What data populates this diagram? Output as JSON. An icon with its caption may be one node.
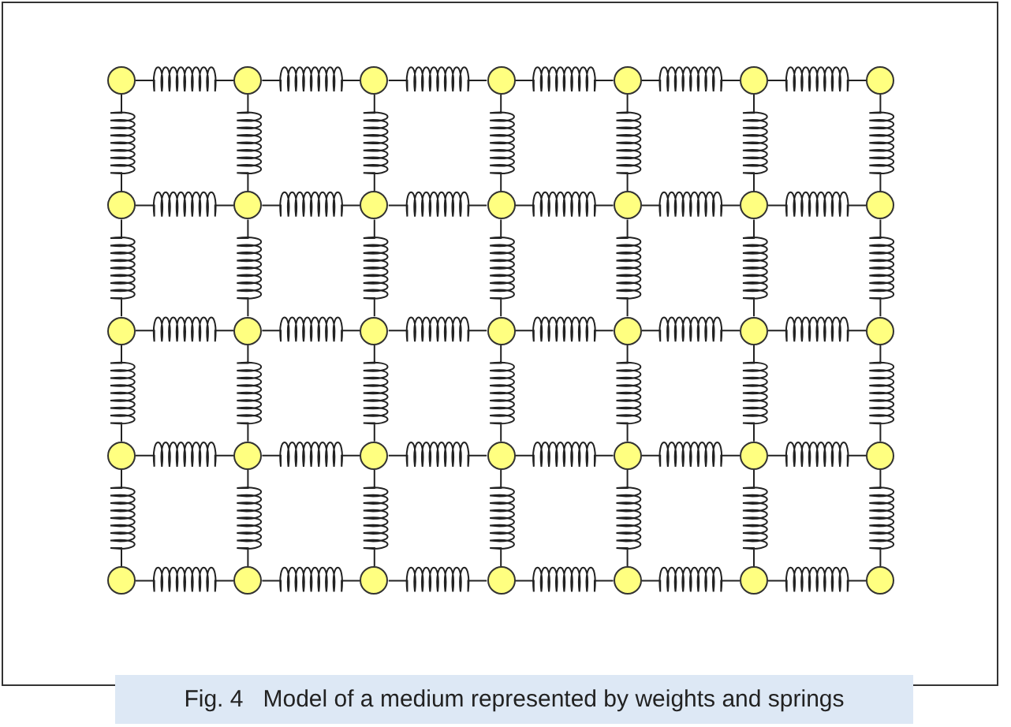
{
  "diagram": {
    "caption": "Fig. 4   Model of a medium represented by weights and springs",
    "nodes": [
      {
        "text": [],
        "shape": "circle"
      },
      {
        "text": [],
        "shape": "circle"
      },
      {
        "text": [],
        "shape": "circle"
      },
      {
        "text": [],
        "shape": "circle"
      },
      {
        "text": [],
        "shape": "circle"
      },
      {
        "text": [],
        "shape": "circle"
      },
      {
        "text": [],
        "shape": "circle"
      },
      {
        "text": [],
        "shape": "circle"
      },
      {
        "text": [],
        "shape": "circle"
      },
      {
        "text": [],
        "shape": "circle"
      },
      {
        "text": [],
        "shape": "circle"
      },
      {
        "text": [],
        "shape": "circle"
      },
      {
        "text": [],
        "shape": "circle"
      },
      {
        "text": [],
        "shape": "circle"
      },
      {
        "text": [],
        "shape": "circle"
      },
      {
        "text": [],
        "shape": "circle"
      },
      {
        "text": [],
        "shape": "circle"
      },
      {
        "text": [],
        "shape": "circle"
      },
      {
        "text": [],
        "shape": "circle"
      },
      {
        "text": [],
        "shape": "circle"
      },
      {
        "text": [],
        "shape": "circle"
      },
      {
        "text": [],
        "shape": "circle"
      },
      {
        "text": [],
        "shape": "circle"
      },
      {
        "text": [],
        "shape": "circle"
      },
      {
        "text": [],
        "shape": "circle"
      },
      {
        "text": [],
        "shape": "circle"
      },
      {
        "text": [],
        "shape": "circle"
      },
      {
        "text": [],
        "shape": "circle"
      },
      {
        "text": [],
        "shape": "circle"
      },
      {
        "text": [],
        "shape": "circle"
      },
      {
        "text": [],
        "shape": "circle"
      },
      {
        "text": [],
        "shape": "circle"
      },
      {
        "text": [],
        "shape": "circle"
      },
      {
        "text": [],
        "shape": "circle"
      },
      {
        "text": [],
        "shape": "circle"
      }
    ],
    "edges": [
      {
        "from": 0,
        "to": 1,
        "arrow": "none"
      },
      {
        "from": 1,
        "to": 2,
        "arrow": "none"
      },
      {
        "from": 2,
        "to": 3,
        "arrow": "none"
      },
      {
        "from": 3,
        "to": 4,
        "arrow": "none"
      },
      {
        "from": 4,
        "to": 5,
        "arrow": "none"
      },
      {
        "from": 5,
        "to": 6,
        "arrow": "none"
      },
      {
        "from": 0,
        "to": 7,
        "arrow": "none"
      },
      {
        "from": 1,
        "to": 8,
        "arrow": "none"
      },
      {
        "from": 2,
        "to": 9,
        "arrow": "none"
      },
      {
        "from": 3,
        "to": 10,
        "arrow": "none"
      },
      {
        "from": 4,
        "to": 11,
        "arrow": "none"
      },
      {
        "from": 5,
        "to": 12,
        "arrow": "none"
      },
      {
        "from": 6,
        "to": 13,
        "arrow": "none"
      },
      {
        "from": 7,
        "to": 8,
        "arrow": "none"
      },
      {
        "from": 8,
        "to": 9,
        "arrow": "none"
      },
      {
        "from": 9,
        "to": 10,
        "arrow": "none"
      },
      {
        "from": 10,
        "to": 11,
        "arrow": "none"
      },
      {
        "from": 11,
        "to": 12,
        "arrow": "none"
      },
      {
        "from": 12,
        "to": 13,
        "arrow": "none"
      },
      {
        "from": 7,
        "to": 14,
        "arrow": "none"
      },
      {
        "from": 8,
        "to": 15,
        "arrow": "none"
      },
      {
        "from": 9,
        "to": 16,
        "arrow": "none"
      },
      {
        "from": 10,
        "to": 17,
        "arrow": "none"
      },
      {
        "from": 11,
        "to": 18,
        "arrow": "none"
      },
      {
        "from": 12,
        "to": 19,
        "arrow": "none"
      },
      {
        "from": 13,
        "to": 20,
        "arrow": "none"
      },
      {
        "from": 14,
        "to": 15,
        "arrow": "none"
      },
      {
        "from": 15,
        "to": 16,
        "arrow": "none"
      },
      {
        "from": 16,
        "to": 17,
        "arrow": "none"
      },
      {
        "from": 17,
        "to": 18,
        "arrow": "none"
      },
      {
        "from": 18,
        "to": 19,
        "arrow": "none"
      },
      {
        "from": 19,
        "to": 20,
        "arrow": "none"
      },
      {
        "from": 14,
        "to": 21,
        "arrow": "none"
      },
      {
        "from": 15,
        "to": 22,
        "arrow": "none"
      },
      {
        "from": 16,
        "to": 23,
        "arrow": "none"
      },
      {
        "from": 17,
        "to": 24,
        "arrow": "none"
      },
      {
        "from": 18,
        "to": 25,
        "arrow": "none"
      },
      {
        "from": 19,
        "to": 26,
        "arrow": "none"
      },
      {
        "from": 20,
        "to": 27,
        "arrow": "none"
      },
      {
        "from": 21,
        "to": 22,
        "arrow": "none"
      },
      {
        "from": 22,
        "to": 23,
        "arrow": "none"
      },
      {
        "from": 23,
        "to": 24,
        "arrow": "none"
      },
      {
        "from": 24,
        "to": 25,
        "arrow": "none"
      },
      {
        "from": 25,
        "to": 26,
        "arrow": "none"
      },
      {
        "from": 26,
        "to": 27,
        "arrow": "none"
      },
      {
        "from": 21,
        "to": 28,
        "arrow": "none"
      },
      {
        "from": 22,
        "to": 29,
        "arrow": "none"
      },
      {
        "from": 23,
        "to": 30,
        "arrow": "none"
      },
      {
        "from": 24,
        "to": 31,
        "arrow": "none"
      },
      {
        "from": 25,
        "to": 32,
        "arrow": "none"
      },
      {
        "from": 26,
        "to": 33,
        "arrow": "none"
      },
      {
        "from": 27,
        "to": 34,
        "arrow": "none"
      },
      {
        "from": 28,
        "to": 29,
        "arrow": "none"
      },
      {
        "from": 29,
        "to": 30,
        "arrow": "none"
      },
      {
        "from": 30,
        "to": 31,
        "arrow": "none"
      },
      {
        "from": 31,
        "to": 32,
        "arrow": "none"
      },
      {
        "from": 32,
        "to": 33,
        "arrow": "none"
      },
      {
        "from": 33,
        "to": 34,
        "arrow": "none"
      }
    ]
  }
}
